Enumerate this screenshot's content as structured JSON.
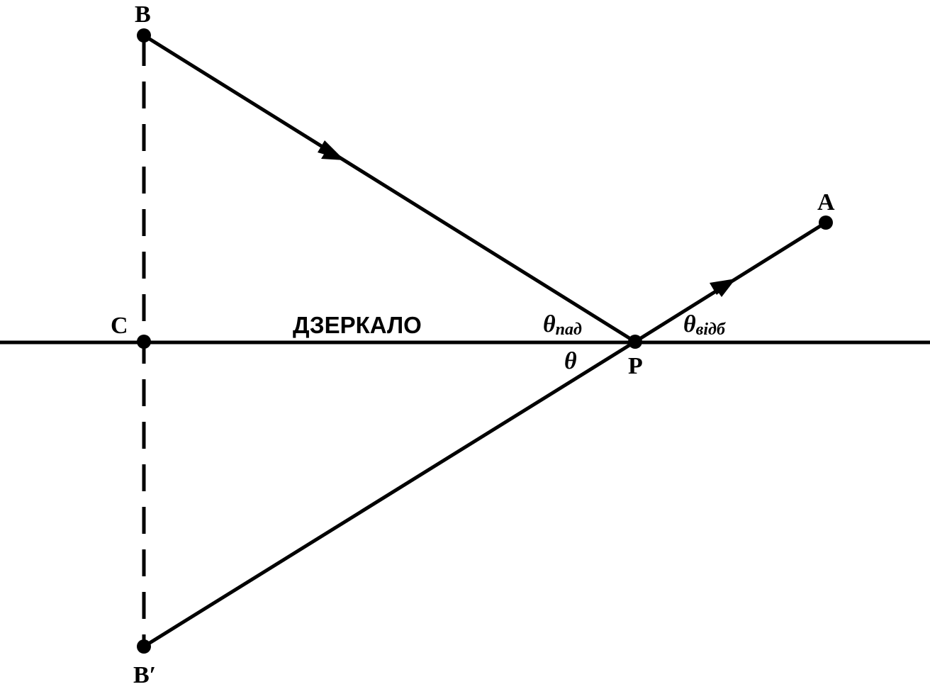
{
  "labels": {
    "point_b": "B",
    "point_a": "A",
    "point_c": "C",
    "point_p": "P",
    "point_b_image": "B′",
    "mirror": "ДЗЕРКАЛО",
    "theta_symbol": "θ",
    "angle_incident_sub": "пад",
    "angle_reflected_sub": "відб",
    "angle_theta": "θ"
  },
  "colors": {
    "ink": "#000000",
    "background": "#ffffff"
  }
}
